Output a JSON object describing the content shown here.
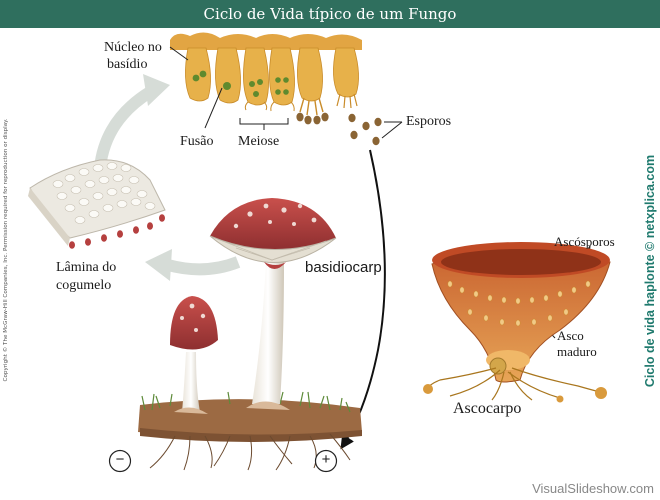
{
  "title": "Ciclo de Vida típico de um Fungo",
  "labels": {
    "nucleo": "Núcleo no",
    "basidio": "basídio",
    "fusao": "Fusão",
    "meiose": "Meiose",
    "esporos": "Esporos",
    "lamina": "Lâmina do",
    "cogumelo": "cogumelo",
    "basidiocarp": "basidiocarp",
    "ascosporos": "Ascósporos",
    "asco": "Asco",
    "maduro": "maduro",
    "ascocarpo": "Ascocarpo",
    "minus": "−",
    "plus": "+"
  },
  "copyright": "Copyright © The McGraw-Hill Companies, Inc. Permission required for reproduction or display.",
  "side_link": "Ciclo de vida haplonte © netxplica.com",
  "footer": "VisualSlideshow.com",
  "colors": {
    "title_bar": "#2f6f5e",
    "basidia": "#e7b14a",
    "nucleus": "#5f8a2e",
    "mushroom_cap": "#b5403f",
    "ascocarp": "#d9823a",
    "side_link": "#1f7a6e"
  }
}
